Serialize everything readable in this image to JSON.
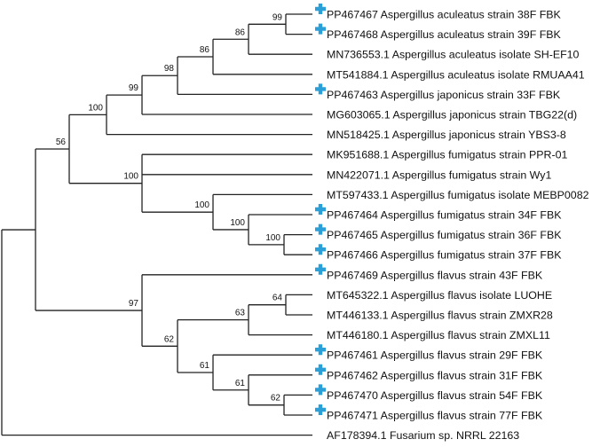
{
  "tree": {
    "marker_color": "#2b9fd8",
    "marker_icon": "cross-marker-icon",
    "leaves": [
      {
        "label": "PP467467 Aspergillus aculeatus strain 38F FBK",
        "marked": true
      },
      {
        "label": "PP467468 Aspergillus aculeatus strain 39F FBK",
        "marked": true
      },
      {
        "label": "MN736553.1 Aspergillus aculeatus isolate SH-EF10",
        "marked": false
      },
      {
        "label": "MT541884.1 Aspergillus aculeatus isolate RMUAA41",
        "marked": false
      },
      {
        "label": "PP467463 Aspergillus japonicus strain 33F FBK",
        "marked": true
      },
      {
        "label": "MG603065.1 Aspergillus japonicus strain TBG22(d)",
        "marked": false
      },
      {
        "label": "MN518425.1 Aspergillus japonicus strain YBS3-8",
        "marked": false
      },
      {
        "label": "MK951688.1 Aspergillus fumigatus strain PPR-01",
        "marked": false
      },
      {
        "label": "MN422071.1 Aspergillus fumigatus strain Wy1",
        "marked": false
      },
      {
        "label": "MT597433.1 Aspergillus fumigatus isolate MEBP0082",
        "marked": false
      },
      {
        "label": "PP467464 Aspergillus fumigatus strain 34F FBK",
        "marked": true
      },
      {
        "label": "PP467465 Aspergillus fumigatus strain 36F FBK",
        "marked": true
      },
      {
        "label": "PP467466 Aspergillus fumigatus strain 37F FBK",
        "marked": true
      },
      {
        "label": "PP467469 Aspergillus flavus strain 43F FBK",
        "marked": true
      },
      {
        "label": "MT645322.1 Aspergillus flavus isolate LUOHE",
        "marked": false
      },
      {
        "label": "MT446133.1 Aspergillus flavus strain ZMXR28",
        "marked": false
      },
      {
        "label": "MT446180.1 Aspergillus flavus strain ZMXL11",
        "marked": false
      },
      {
        "label": "PP467461 Aspergillus flavus strain 29F FBK",
        "marked": true
      },
      {
        "label": "PP467462 Aspergillus flavus strain 31F FBK",
        "marked": true
      },
      {
        "label": "PP467470 Aspergillus flavus strain 54F FBK",
        "marked": true
      },
      {
        "label": "PP467471 Aspergillus flavus strain 77F FBK",
        "marked": true
      },
      {
        "label": "AF178394.1 Fusarium sp. NRRL 22163",
        "marked": false
      }
    ],
    "clades": [
      {
        "id": "c99",
        "children": [
          0,
          1
        ],
        "support": "99"
      },
      {
        "id": "c86b",
        "children": [
          "c99",
          2
        ],
        "support": "86"
      },
      {
        "id": "c86a",
        "children": [
          "c86b",
          3
        ],
        "support": "86"
      },
      {
        "id": "c98",
        "children": [
          "c86a",
          4
        ],
        "support": "98"
      },
      {
        "id": "c99b",
        "children": [
          "c98",
          5
        ],
        "support": "99"
      },
      {
        "id": "c100a",
        "children": [
          "c99b",
          6
        ],
        "support": "100"
      },
      {
        "id": "cf100d",
        "children": [
          11,
          12
        ],
        "support": "100"
      },
      {
        "id": "cf100c",
        "children": [
          10,
          "cf100d"
        ],
        "support": "100"
      },
      {
        "id": "cf100b",
        "children": [
          9,
          "cf100c"
        ],
        "support": "100"
      },
      {
        "id": "cf100a",
        "children": [
          7,
          8,
          "cf100b"
        ],
        "support": "100"
      },
      {
        "id": "c56",
        "children": [
          "c100a",
          "cf100a"
        ],
        "support": "56"
      },
      {
        "id": "cv64",
        "children": [
          14,
          15
        ],
        "support": "64"
      },
      {
        "id": "cv63",
        "children": [
          "cv64",
          16
        ],
        "support": "63"
      },
      {
        "id": "cv62b",
        "children": [
          19,
          20
        ],
        "support": "62"
      },
      {
        "id": "cv61b",
        "children": [
          18,
          "cv62b"
        ],
        "support": "61"
      },
      {
        "id": "cv61a",
        "children": [
          17,
          "cv61b"
        ],
        "support": "61"
      },
      {
        "id": "cv62a",
        "children": [
          "cv63",
          "cv61a"
        ],
        "support": "62"
      },
      {
        "id": "cv97",
        "children": [
          13,
          "cv62a"
        ],
        "support": "97"
      },
      {
        "id": "cin",
        "children": [
          "c56",
          "cv97"
        ],
        "support": ""
      },
      {
        "id": "root",
        "children": [
          "cin",
          21
        ],
        "support": ""
      }
    ]
  }
}
